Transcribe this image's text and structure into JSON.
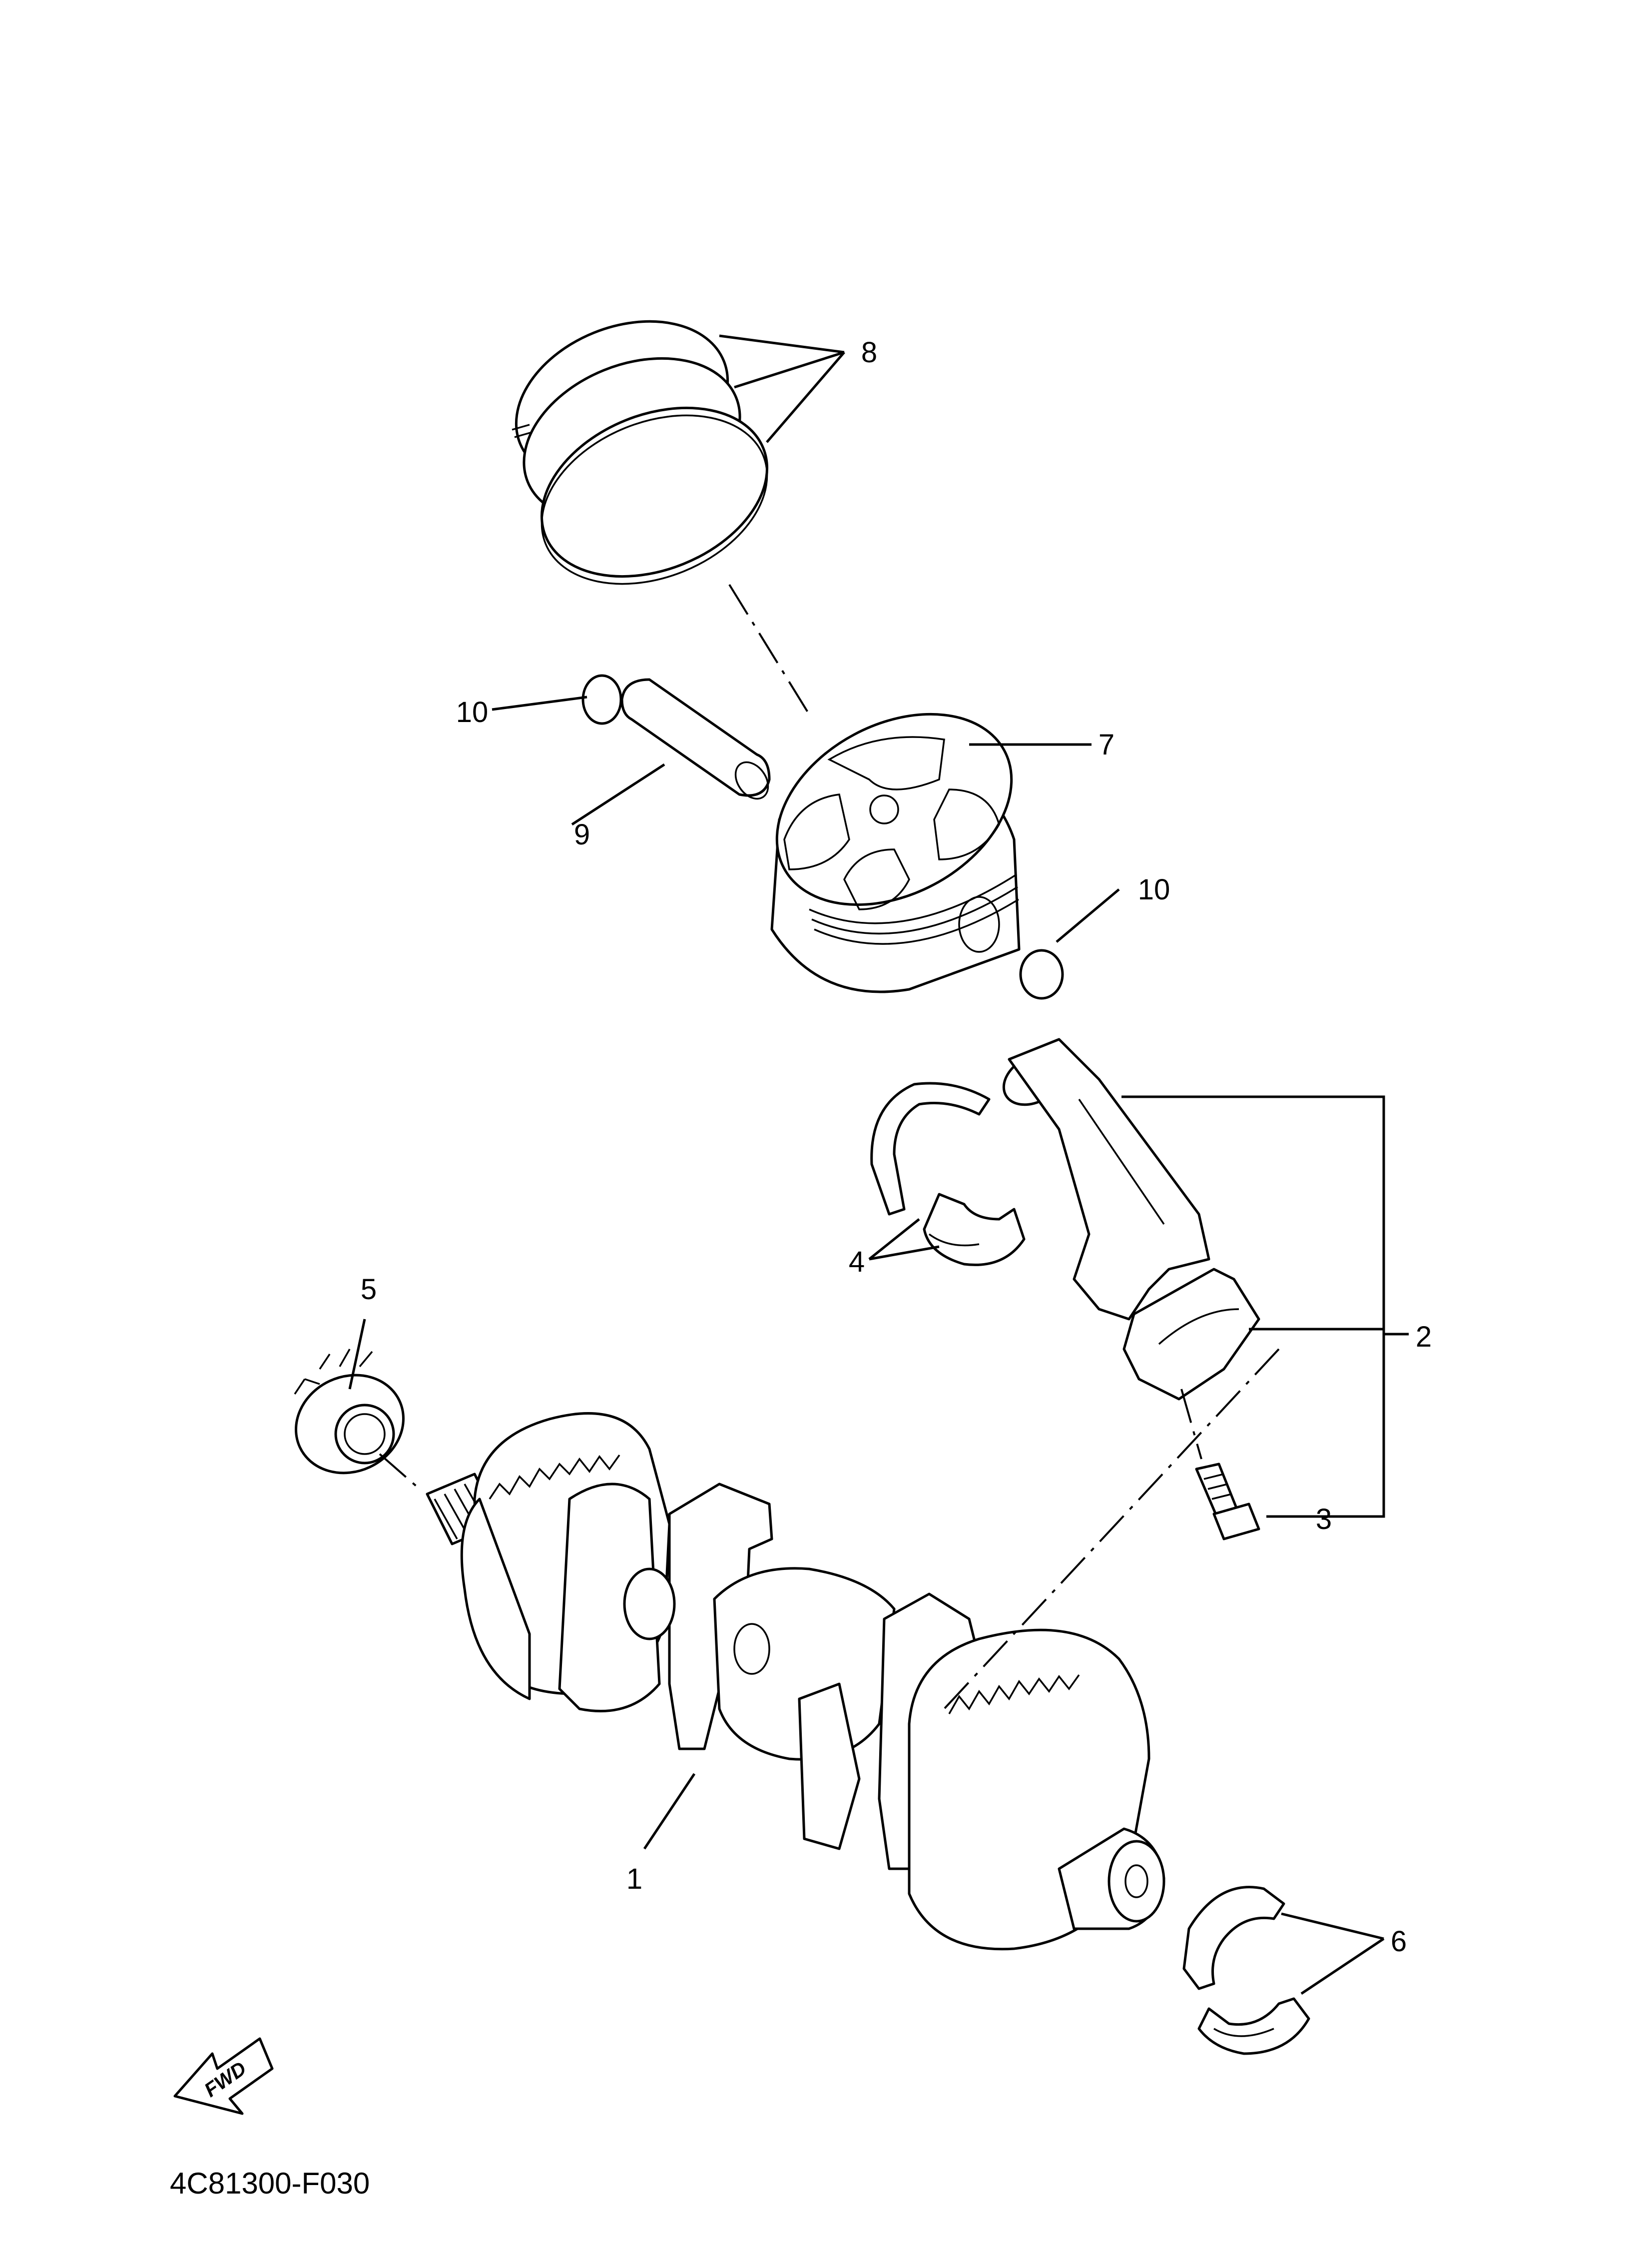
{
  "callouts": [
    {
      "id": "c1",
      "text": "1"
    },
    {
      "id": "c2",
      "text": "2"
    },
    {
      "id": "c3",
      "text": "3"
    },
    {
      "id": "c4",
      "text": "4"
    },
    {
      "id": "c5",
      "text": "5"
    },
    {
      "id": "c6",
      "text": "6"
    },
    {
      "id": "c7",
      "text": "7"
    },
    {
      "id": "c8",
      "text": "8"
    },
    {
      "id": "c9",
      "text": "9"
    },
    {
      "id": "c10a",
      "text": "10"
    },
    {
      "id": "c10b",
      "text": "10"
    }
  ],
  "fwd_label": "FWD",
  "figure_code": "4C81300-F030"
}
